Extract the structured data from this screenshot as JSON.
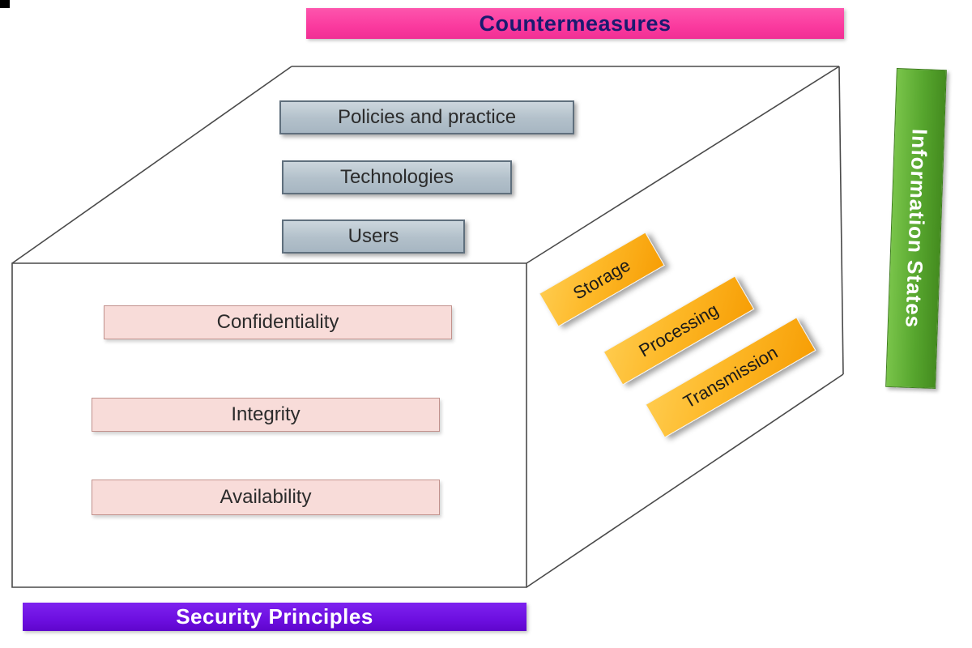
{
  "axes": {
    "countermeasures": {
      "label": "Countermeasures",
      "bg_color": "#fa3a9e",
      "text_color": "#1a1a70"
    },
    "information_states": {
      "label": "Information States",
      "bg_color": "#57a62e",
      "text_color": "#ffffff"
    },
    "security_principles": {
      "label": "Security Principles",
      "bg_color": "#6d0fe0",
      "text_color": "#ffffff"
    }
  },
  "cube": {
    "top_face_items": [
      "Policies and practice",
      "Technologies",
      "Users"
    ],
    "front_face_items": [
      "Confidentiality",
      "Integrity",
      "Availability"
    ],
    "right_face_items": [
      "Storage",
      "Processing",
      "Transmission"
    ]
  },
  "colors": {
    "top_face_box_fill": "#b2c0ca",
    "top_face_box_border": "#5f6f7d",
    "front_face_box_fill": "#f8dcd9",
    "front_face_box_border": "#c2928d",
    "right_face_box_fill": "#fdb827",
    "cube_outline": "#4a4a4a",
    "background": "#ffffff"
  }
}
